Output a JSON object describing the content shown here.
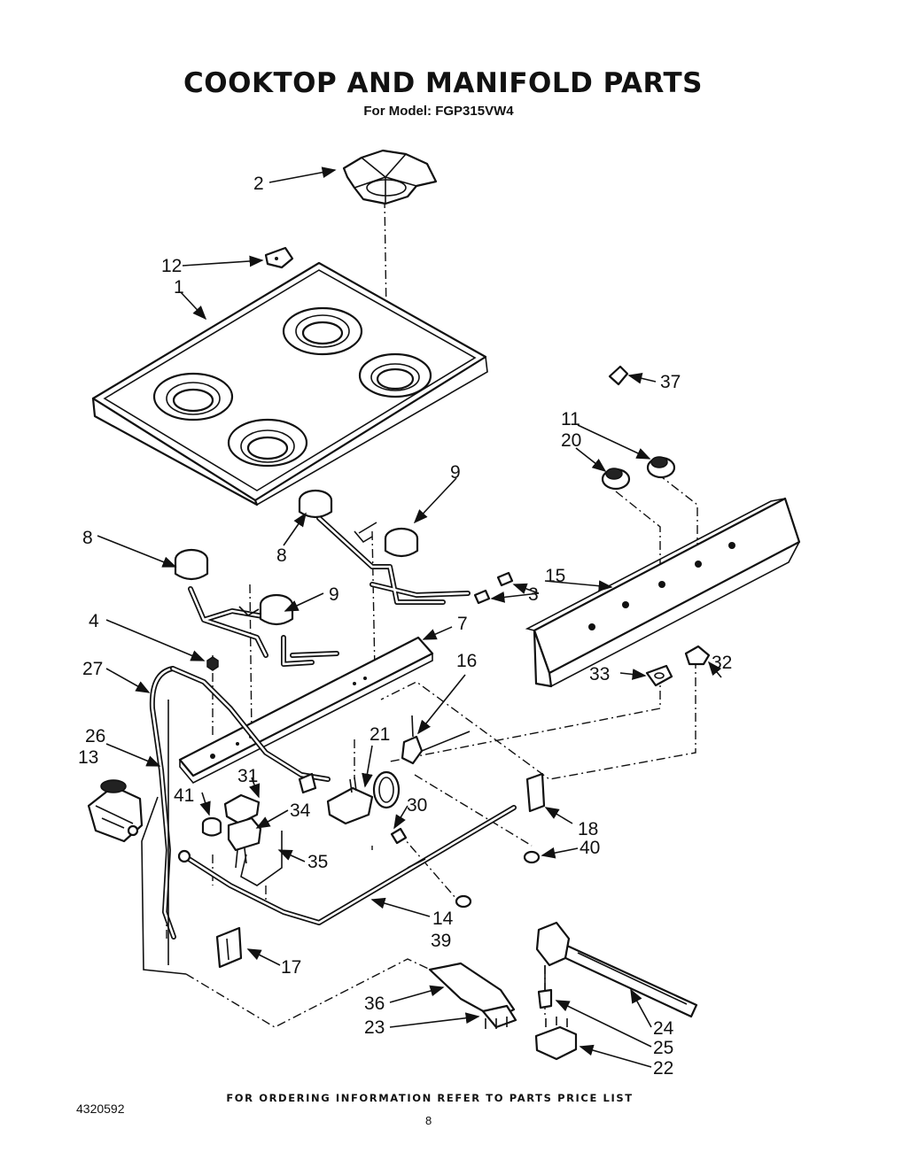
{
  "page": {
    "title": "COOKTOP AND MANIFOLD PARTS",
    "subtitle": "For Model: FGP315VW4",
    "footer_note": "FOR ORDERING INFORMATION REFER TO PARTS PRICE LIST",
    "doc_id": "4320592",
    "page_number": "8"
  },
  "callouts": {
    "c1": "1",
    "c2": "2",
    "c3": "3",
    "c4": "4",
    "c7": "7",
    "c8a": "8",
    "c8b": "8",
    "c9a": "9",
    "c9b": "9",
    "c11": "11",
    "c12": "12",
    "c13": "13",
    "c14": "14",
    "c15": "15",
    "c16": "16",
    "c17": "17",
    "c18": "18",
    "c20": "20",
    "c21": "21",
    "c22": "22",
    "c23": "23",
    "c24": "24",
    "c25": "25",
    "c26": "26",
    "c27": "27",
    "c30": "30",
    "c31": "31",
    "c32": "32",
    "c33": "33",
    "c34": "34",
    "c35": "35",
    "c36": "36",
    "c37": "37",
    "c39": "39",
    "c40": "40",
    "c41": "41"
  }
}
